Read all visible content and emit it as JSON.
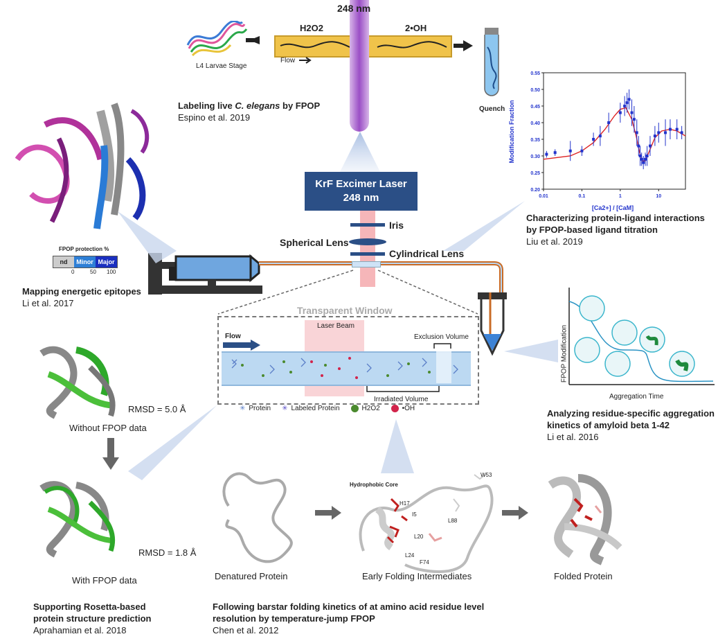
{
  "top": {
    "h2o2": "H2O2",
    "wavelength": "248 nm",
    "oh": "2•OH",
    "larvae_label": "L4 Larvae Stage",
    "flow_label": "Flow",
    "quench_label": "Quench",
    "caption_title_pre": "Labeling live ",
    "caption_title_em": "C. elegans",
    "caption_title_post": " by FPOP",
    "caption_ref": "Espino et al. 2019"
  },
  "laser": {
    "title": "KrF Excimer Laser",
    "wavelength": "248 nm",
    "iris": "Iris",
    "spherical": "Spherical Lens",
    "cylindrical": "Cylindrical Lens"
  },
  "epitope": {
    "protection_title": "FPOP protection %",
    "nd": "nd",
    "minor": "Minor",
    "major": "Major",
    "ticks": [
      "0",
      "50",
      "100"
    ],
    "caption_title": "Mapping energetic epitopes",
    "caption_ref": "Li et al. 2017"
  },
  "window": {
    "title": "Transparent Window",
    "flow": "Flow",
    "laser_beam": "Laser Beam",
    "exclusion": "Exclusion Volume",
    "irradiated": "Irradiated Volume",
    "legend": {
      "protein": "Protein",
      "labeled": "Labeled Protein",
      "h2o2": "H2O2",
      "oh": "•OH"
    }
  },
  "titration": {
    "caption_title_1": "Characterizing protein-ligand interactions",
    "caption_title_2": "by FPOP-based ligand titration",
    "caption_ref": "Liu et al. 2019"
  },
  "aggregation": {
    "ylabel": "FPOP Modification",
    "xlabel": "Aggregation Time",
    "caption_title_1": "Analyzing residue-specific aggregation",
    "caption_title_2": "kinetics of amyloid beta 1-42",
    "caption_ref": "Li et al. 2016"
  },
  "rosetta": {
    "rmsd_without": "RMSD = 5.0 Å",
    "label_without": "Without FPOP data",
    "rmsd_with": "RMSD = 1.8 Å",
    "label_with": "With FPOP data",
    "caption_title_1": "Supporting Rosetta-based",
    "caption_title_2": "protein structure prediction",
    "caption_ref": "Aprahamian et al. 2018"
  },
  "folding": {
    "denatured": "Denatured Protein",
    "intermediate": "Early Folding Intermediates",
    "folded": "Folded Protein",
    "hydrophobic_core": "Hydrophobic Core",
    "residues": [
      "H17",
      "I5",
      "L20",
      "L24",
      "F74",
      "L88",
      "W53"
    ],
    "caption_title_1": "Following barstar folding kinetics of at amino acid residue level",
    "caption_title_2": "resolution by temperature-jump FPOP",
    "caption_ref": "Chen et al. 2012"
  },
  "chart_data": {
    "type": "scatter",
    "xscale": "log",
    "xlabel": "[Ca2+] / [CaM]",
    "ylabel": "Modification Fraction",
    "xlim": [
      0.01,
      50
    ],
    "ylim": [
      0.2,
      0.55
    ],
    "xticks": [
      "0.01",
      "0.1",
      "1",
      "10"
    ],
    "yticks": [
      "0.20",
      "0.25",
      "0.30",
      "0.35",
      "0.40",
      "0.45",
      "0.50",
      "0.55"
    ],
    "colors": {
      "points": "#2233cc",
      "fit": "#dd2222"
    },
    "points": [
      {
        "x": 0.012,
        "y": 0.305,
        "err": 0.01
      },
      {
        "x": 0.02,
        "y": 0.31,
        "err": 0.01
      },
      {
        "x": 0.05,
        "y": 0.315,
        "err": 0.03
      },
      {
        "x": 0.1,
        "y": 0.315,
        "err": 0.015
      },
      {
        "x": 0.2,
        "y": 0.35,
        "err": 0.02
      },
      {
        "x": 0.3,
        "y": 0.36,
        "err": 0.03
      },
      {
        "x": 0.5,
        "y": 0.4,
        "err": 0.03
      },
      {
        "x": 1.0,
        "y": 0.43,
        "err": 0.03
      },
      {
        "x": 1.3,
        "y": 0.45,
        "err": 0.03
      },
      {
        "x": 1.5,
        "y": 0.46,
        "err": 0.03
      },
      {
        "x": 1.7,
        "y": 0.47,
        "err": 0.03
      },
      {
        "x": 2.0,
        "y": 0.43,
        "err": 0.04
      },
      {
        "x": 2.3,
        "y": 0.41,
        "err": 0.04
      },
      {
        "x": 2.7,
        "y": 0.37,
        "err": 0.04
      },
      {
        "x": 3.0,
        "y": 0.33,
        "err": 0.03
      },
      {
        "x": 3.3,
        "y": 0.3,
        "err": 0.03
      },
      {
        "x": 3.6,
        "y": 0.29,
        "err": 0.02
      },
      {
        "x": 4.0,
        "y": 0.28,
        "err": 0.02
      },
      {
        "x": 4.5,
        "y": 0.29,
        "err": 0.02
      },
      {
        "x": 5.0,
        "y": 0.3,
        "err": 0.03
      },
      {
        "x": 6.0,
        "y": 0.33,
        "err": 0.03
      },
      {
        "x": 8.0,
        "y": 0.36,
        "err": 0.03
      },
      {
        "x": 10.0,
        "y": 0.37,
        "err": 0.03
      },
      {
        "x": 15.0,
        "y": 0.37,
        "err": 0.04
      },
      {
        "x": 20.0,
        "y": 0.38,
        "err": 0.03
      },
      {
        "x": 30.0,
        "y": 0.38,
        "err": 0.03
      },
      {
        "x": 40.0,
        "y": 0.37,
        "err": 0.02
      }
    ],
    "fit": [
      [
        0.01,
        0.29
      ],
      [
        0.05,
        0.3
      ],
      [
        0.1,
        0.315
      ],
      [
        0.2,
        0.34
      ],
      [
        0.4,
        0.38
      ],
      [
        0.7,
        0.42
      ],
      [
        1.0,
        0.44
      ],
      [
        1.4,
        0.445
      ],
      [
        2.0,
        0.41
      ],
      [
        2.6,
        0.36
      ],
      [
        3.2,
        0.31
      ],
      [
        3.8,
        0.285
      ],
      [
        4.5,
        0.285
      ],
      [
        6.0,
        0.32
      ],
      [
        8.0,
        0.355
      ],
      [
        12.0,
        0.375
      ],
      [
        20.0,
        0.38
      ],
      [
        30.0,
        0.375
      ],
      [
        50.0,
        0.36
      ]
    ]
  }
}
